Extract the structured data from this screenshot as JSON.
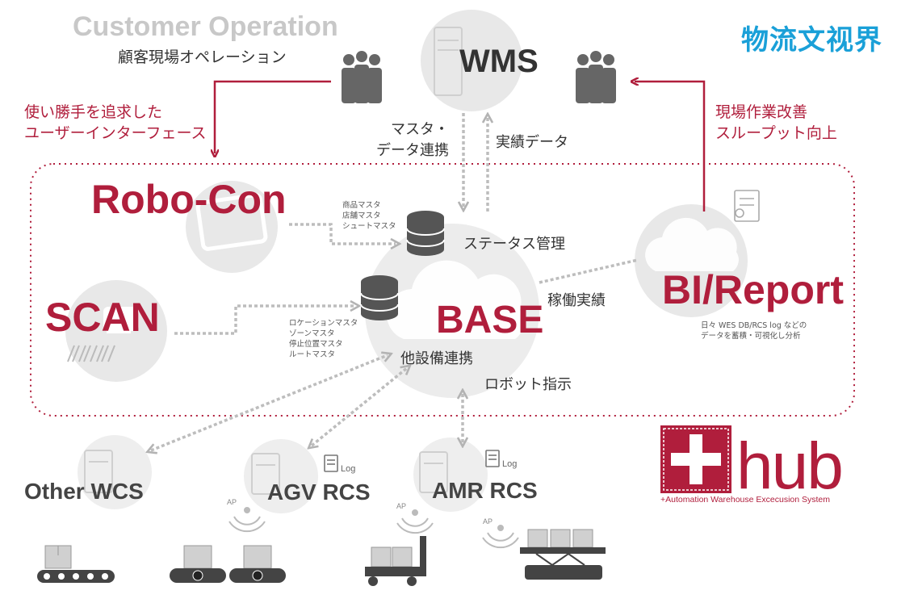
{
  "brand": "物流文视界",
  "customer_operation": {
    "title": "Customer Operation",
    "subtitle": "顧客現場オペレーション"
  },
  "wms": {
    "label": "WMS"
  },
  "left_arrow_label": {
    "line1": "使い勝手を追求した",
    "line2": "ユーザーインターフェース"
  },
  "right_arrow_label": {
    "line1": "現場作業改善",
    "line2": "スループット向上"
  },
  "wms_links": {
    "master_line1": "マスタ・",
    "master_line2": "データ連携",
    "results": "実績データ"
  },
  "robocon": {
    "label": "Robo-Con",
    "masters": [
      "商品マスタ",
      "店舗マスタ",
      "シュートマスタ"
    ]
  },
  "scan": {
    "label": "SCAN",
    "masters": [
      "ロケーションマスタ",
      "ゾーンマスタ",
      "停止位置マスタ",
      "ルートマスタ"
    ]
  },
  "base": {
    "label": "BASE",
    "status_mgmt": "ステータス管理",
    "operation_results": "稼働実績",
    "equipment_link": "他設備連携",
    "robot_instruction": "ロボット指示"
  },
  "bi_report": {
    "label": "BI/Report",
    "desc_line1": "日々 WES DB/RCS log などの",
    "desc_line2": "データを蓄積・可視化し分析"
  },
  "systems": {
    "other_wcs": "Other WCS",
    "agv_rcs": "AGV RCS",
    "amr_rcs": "AMR RCS",
    "log": "Log",
    "ap": "AP"
  },
  "hub_logo": {
    "word": "hub",
    "subtitle": "+Automation Warehouse Excecusion System"
  },
  "colors": {
    "accent": "#b01e3c",
    "brand": "#1aa0d8",
    "gray_circle": "#e6e6e6",
    "arrow_gray": "#bdbdbd"
  }
}
